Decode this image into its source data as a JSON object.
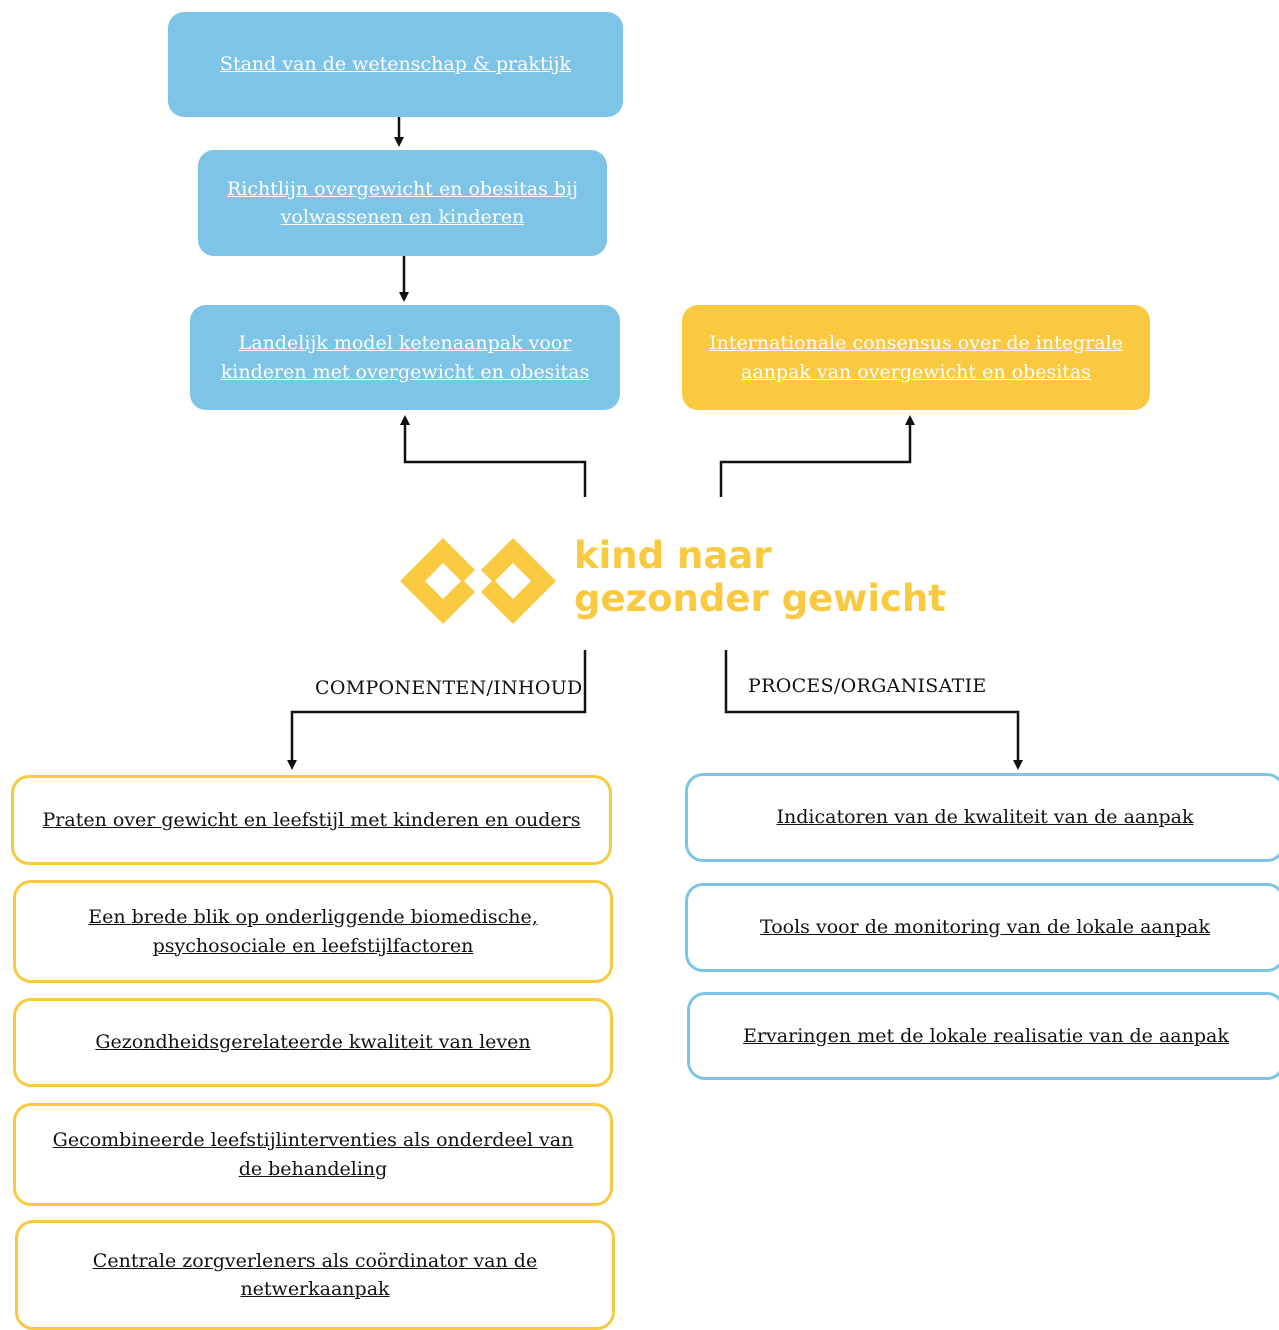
{
  "colors": {
    "blue": "#7ec4e6",
    "yellow": "#f9c93f",
    "text": "#111111"
  },
  "top": {
    "box1": "Stand van de wetenschap & praktijk",
    "box2": "Richtlijn overgewicht en obesitas bij volwassenen en kinderen",
    "box3": "Landelijk model ketenaanpak voor kinderen met overgewicht en obesitas",
    "box4": "Internationale consensus over de integrale aanpak van overgewicht en obesitas"
  },
  "logo": {
    "line1": "kind naar",
    "line2": "gezonder gewicht"
  },
  "branches": {
    "left_label": "COMPONENTEN/INHOUD",
    "right_label": "PROCES/ORGANISATIE"
  },
  "components": [
    "Praten over gewicht en leefstijl met kinderen en ouders",
    "Een brede blik op onderliggende biomedische, psychosociale en leefstijlfactoren",
    "Gezondheidsgerelateerde kwaliteit van leven",
    "Gecombineerde leefstijlinterventies als onderdeel van de behandeling",
    "Centrale zorgverleners als coördinator van de netwerkaanpak"
  ],
  "process": [
    "Indicatoren van de kwaliteit van de aanpak",
    "Tools voor de monitoring van de lokale aanpak",
    "Ervaringen met de lokale realisatie van de aanpak"
  ]
}
